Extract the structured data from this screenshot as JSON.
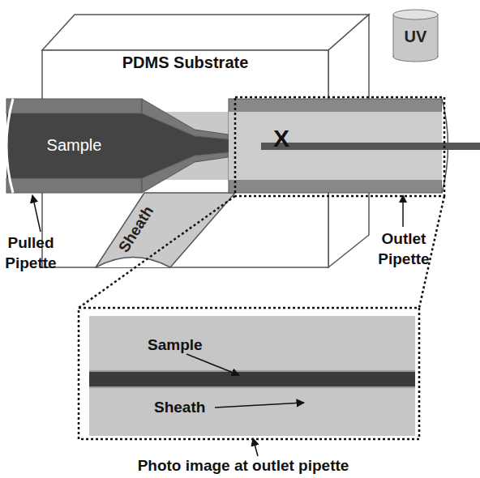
{
  "diagram": {
    "caption": "Photo image at outlet pipette",
    "nodes": [
      {
        "text": [
          "PDMS Substrate"
        ]
      },
      {
        "text": [
          "UV"
        ]
      },
      {
        "text": [
          "Sample"
        ]
      },
      {
        "text": [
          "Sheath"
        ]
      },
      {
        "text": [
          "Sample",
          "Sheath"
        ]
      }
    ],
    "labels": [
      "X",
      "Pulled Pipette",
      "Outlet Pipette"
    ]
  }
}
